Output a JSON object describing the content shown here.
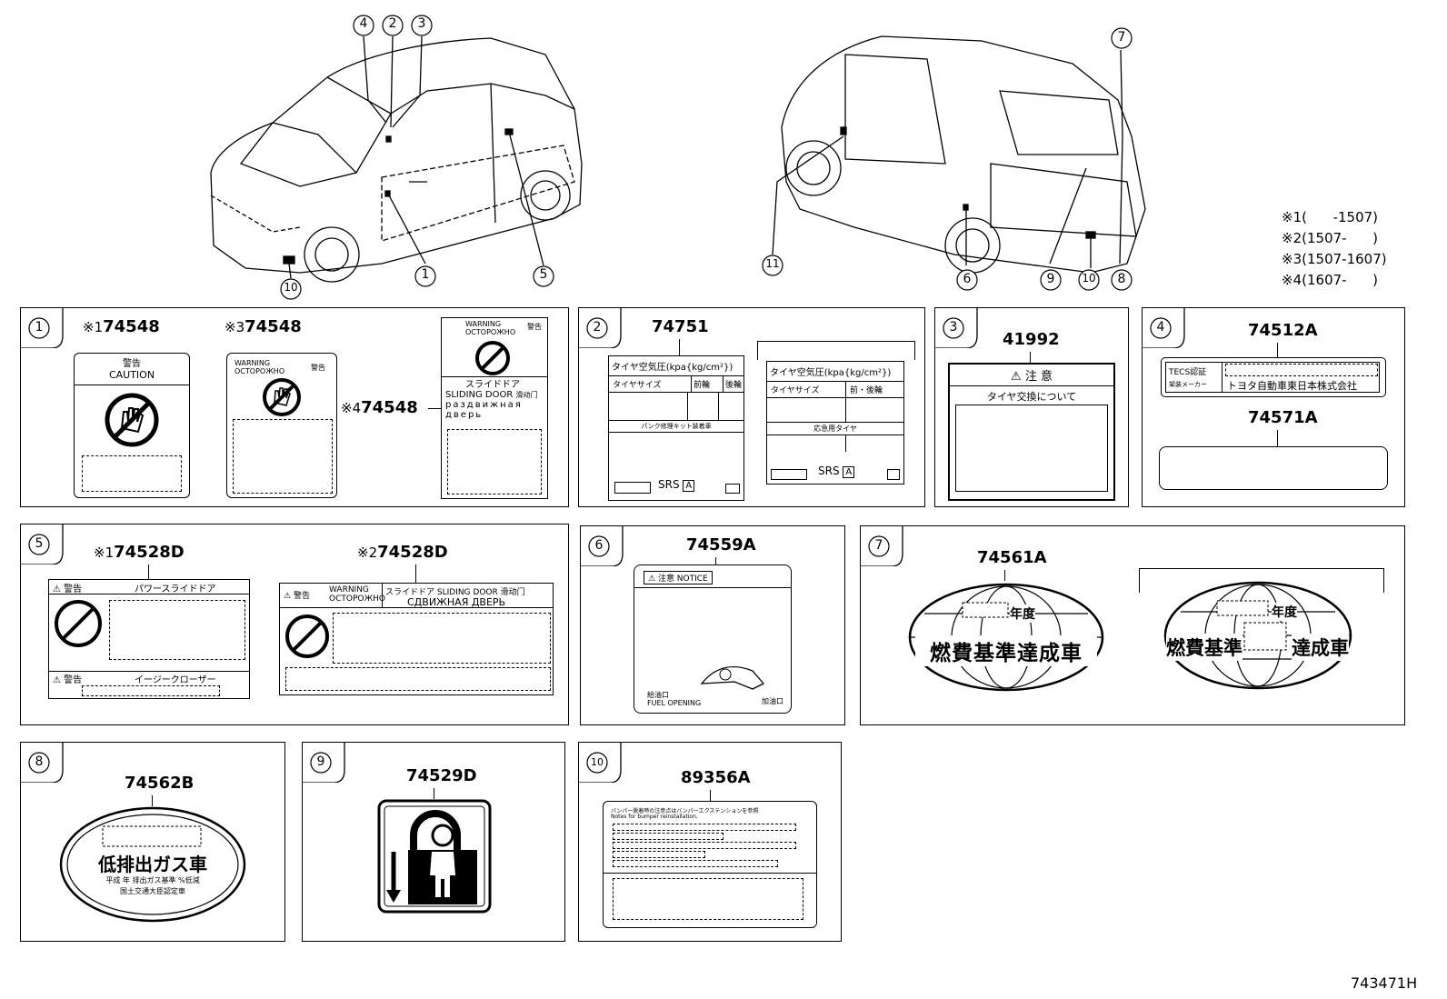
{
  "notes": [
    {
      "mark": "※1",
      "range": "(      -1507)"
    },
    {
      "mark": "※2",
      "range": "(1507-      )"
    },
    {
      "mark": "※3",
      "range": "(1507-1607)"
    },
    {
      "mark": "※4",
      "range": "(1607-      )"
    }
  ],
  "drawing_id": "743471H",
  "callouts_front": [
    "4",
    "2",
    "3",
    "1",
    "5",
    "10"
  ],
  "callouts_rear": [
    "7",
    "11",
    "6",
    "9",
    "10",
    "8"
  ],
  "panels": {
    "p1": {
      "num": "1",
      "parts": [
        {
          "prefix": "※1",
          "code": "74548"
        },
        {
          "prefix": "※3",
          "code": "74548"
        },
        {
          "prefix": "※4",
          "code": "74548"
        }
      ],
      "label_a": {
        "kanji": "警告",
        "en": "CAUTION"
      },
      "label_b": {
        "warn": "WARNING",
        "ru": "ОСТОРОЖНО",
        "kanji": "警告"
      },
      "label_c": {
        "warn": "WARNING",
        "ru": "ОСТОРОЖНО",
        "kanji": "警告",
        "line1": "スライドドア",
        "line2": "SLIDING DOOR",
        "line2b": "滑动门",
        "line3": "раздвижная",
        "line4": "дверь"
      }
    },
    "p2": {
      "num": "2",
      "code": "74751",
      "title": "タイヤ空気圧(kpa{kg/cm²})",
      "col_size": "タイヤサイズ",
      "col_front": "前輪",
      "col_rear": "後輪",
      "col_front_rear": "前・後輪",
      "repair_kit": "パンク修理キット装着車",
      "spare": "応急用タイヤ",
      "srs": "SRS",
      "srs_box": "A"
    },
    "p3": {
      "num": "3",
      "code": "41992",
      "title": "注 意",
      "subtitle": "タイヤ交換について"
    },
    "p4": {
      "num": "4",
      "code1": "74512A",
      "row1": "TECS認証",
      "row2a": "架装メーカー",
      "row2b": "トヨタ自動車東日本株式会社",
      "code2": "74571A"
    },
    "p5": {
      "num": "5",
      "parts": [
        {
          "prefix": "※1",
          "code": "74528D"
        },
        {
          "prefix": "※2",
          "code": "74528D"
        }
      ],
      "a_kanji": "警告",
      "a_title": "パワースライドドア",
      "a_bottom": "イージークローザー",
      "b_kanji": "警告",
      "b_warn": "WARNING",
      "b_ru": "ОСТОРОЖНО",
      "b_title1": "スライドドア  SLIDING DOOR  滑动门",
      "b_title2": "СДВИЖНАЯ ДВЕРЬ"
    },
    "p6": {
      "num": "6",
      "code": "74559A",
      "title": "注意  NOTICE",
      "fuel1": "給油口",
      "fuel2": "FUEL OPENING",
      "fuel3": "加油口"
    },
    "p7": {
      "num": "7",
      "code": "74561A",
      "year": "年度",
      "text_a": "燃費基準達成車",
      "text_b1": "燃費基準",
      "text_b2": "達成車"
    },
    "p8": {
      "num": "8",
      "code": "74562B",
      "main": "低排出ガス車",
      "line1": "平成  年 排出ガス基準  %低減",
      "line2": "国土交通大臣認定車"
    },
    "p9": {
      "num": "9",
      "code": "74529D"
    },
    "p10": {
      "num": "10",
      "code": "89356A",
      "line1": "バンパー脱着時の注意点はバンパーエクステンションを参照",
      "line2": "Notes for bumper reinstallation."
    }
  },
  "colors": {
    "ink": "#000000",
    "paper": "#ffffff"
  }
}
